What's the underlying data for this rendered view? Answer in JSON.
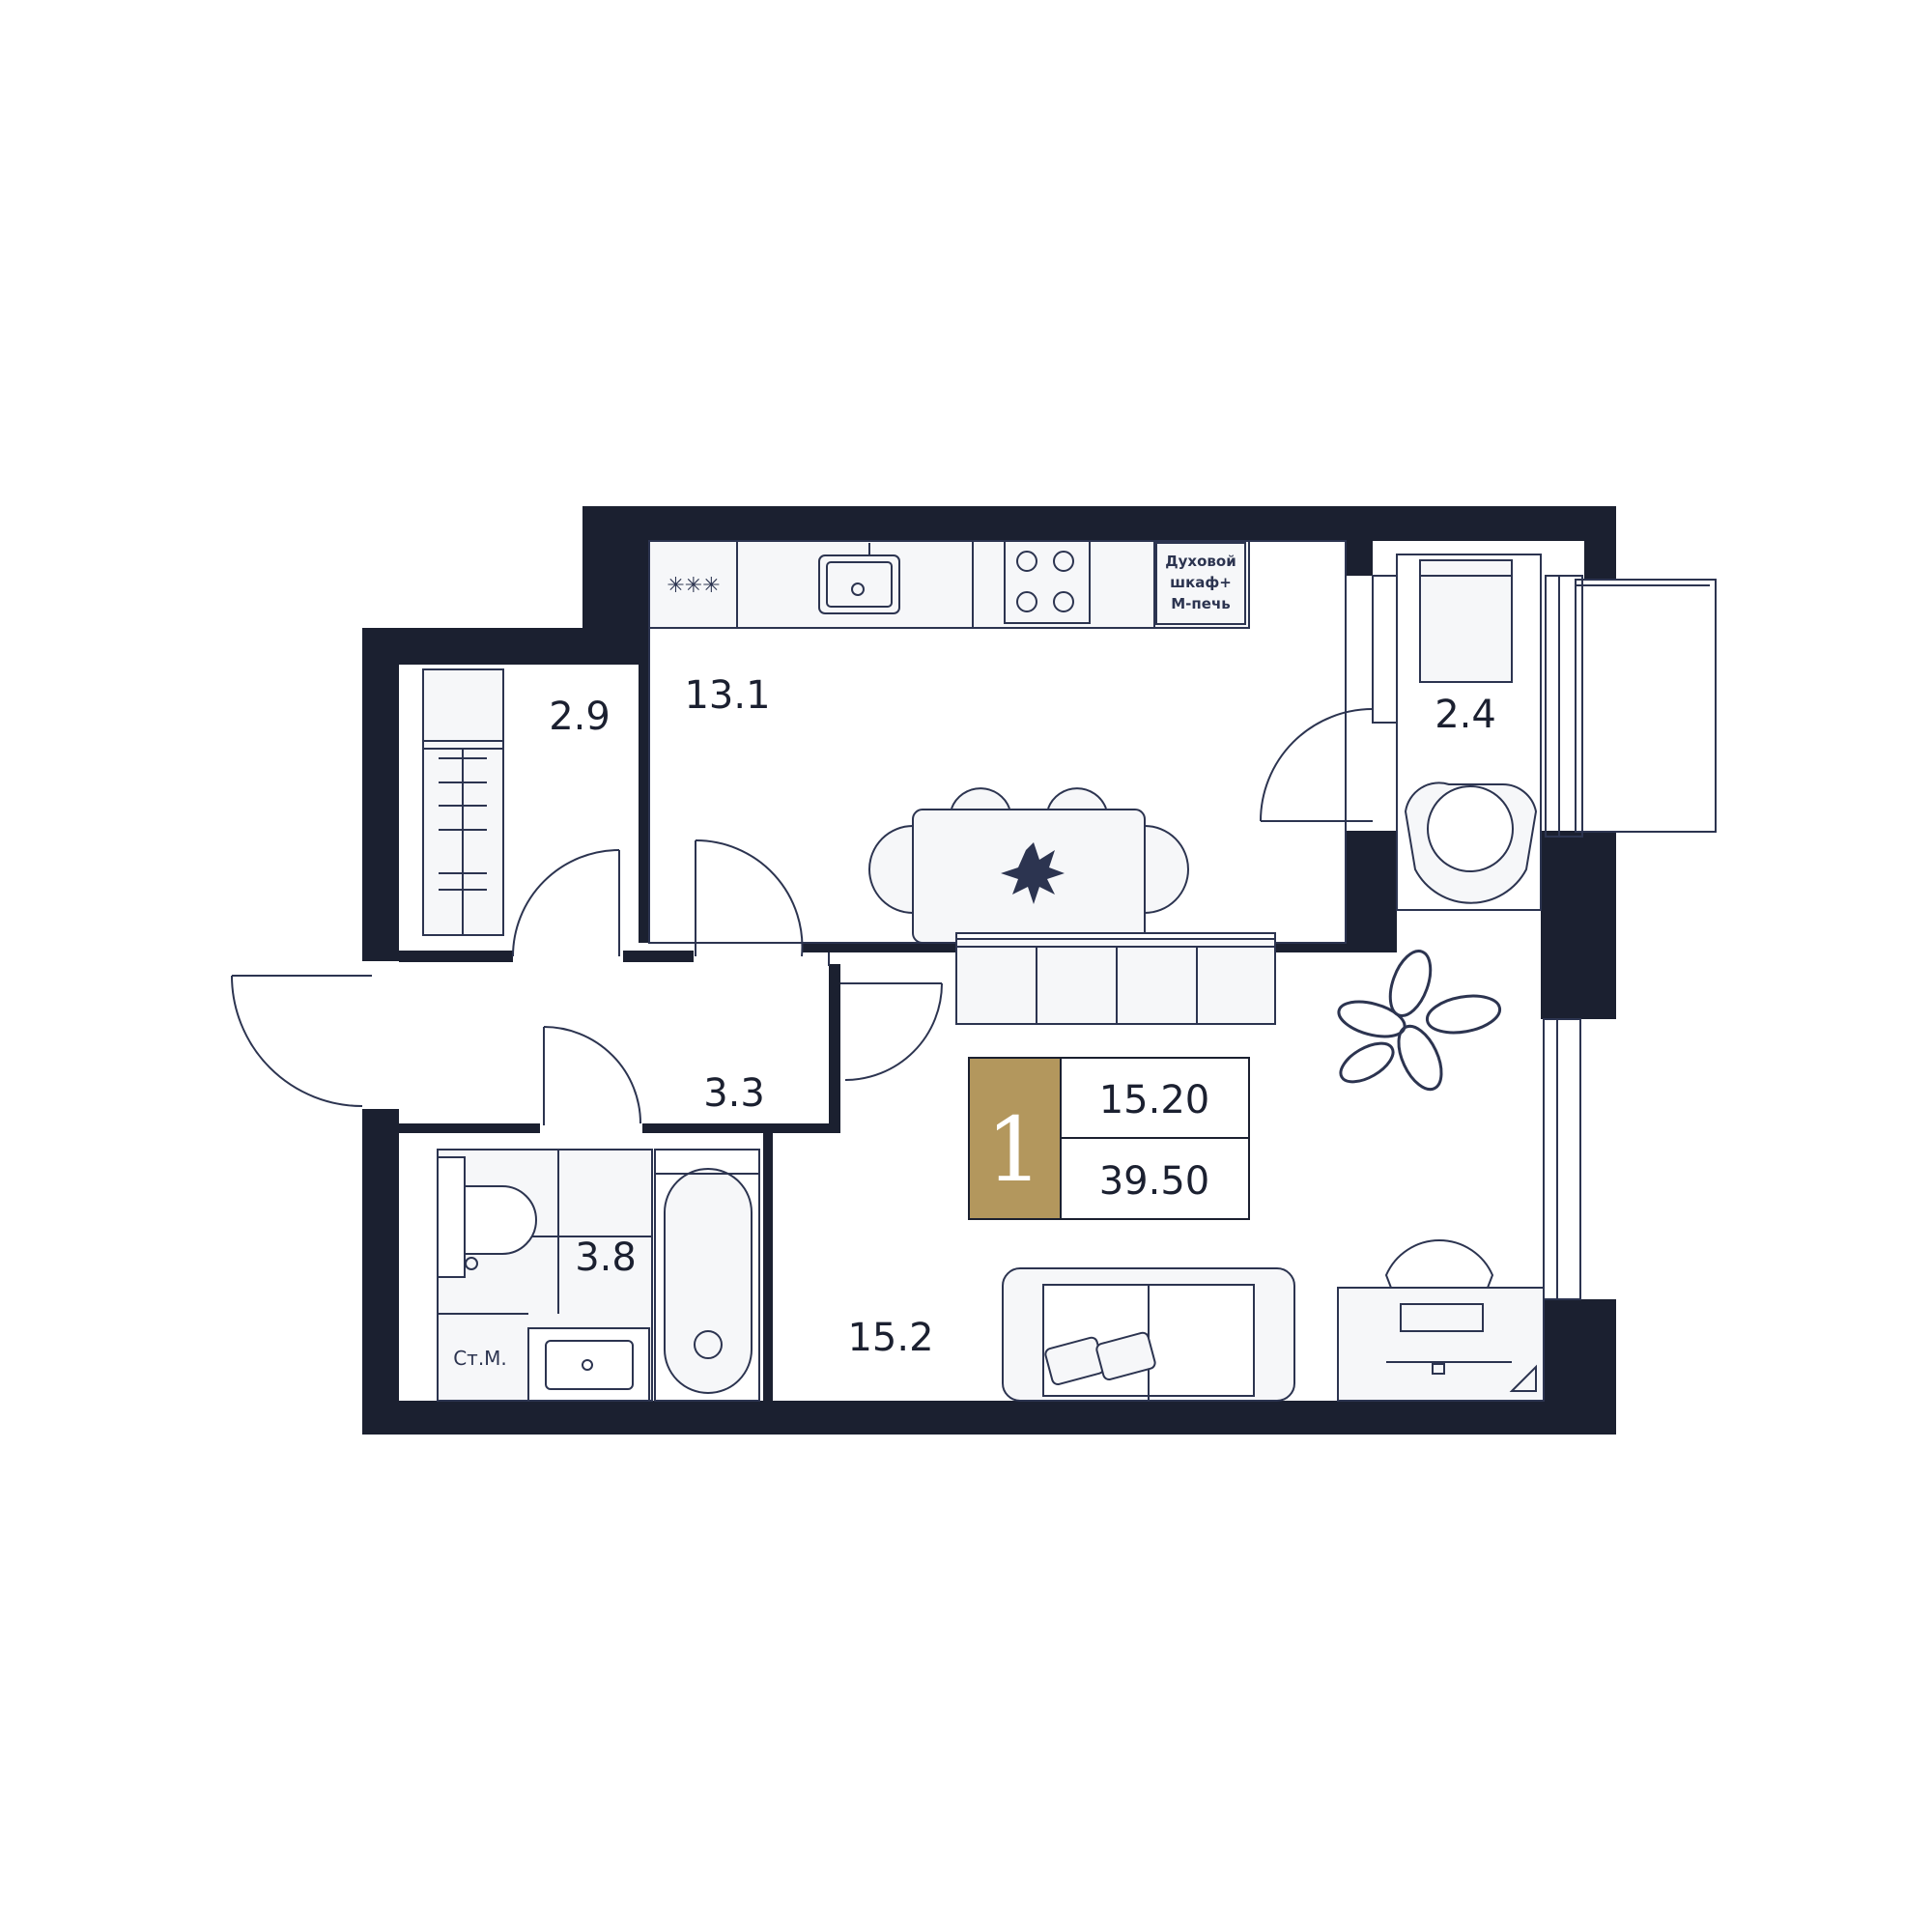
{
  "plan": {
    "rooms": [
      {
        "id": "kitchen",
        "area": "13.1"
      },
      {
        "id": "closet",
        "area": "2.9"
      },
      {
        "id": "balcony",
        "area": "2.4"
      },
      {
        "id": "hall",
        "area": "3.3"
      },
      {
        "id": "bathroom",
        "area": "3.8"
      },
      {
        "id": "living",
        "area": "15.2"
      }
    ],
    "appliance_label": [
      "Духовой",
      "шкаф+",
      "М-печь"
    ],
    "washer_label": "Ст.М.",
    "summary": {
      "rooms_count": "1",
      "living_area": "15.20",
      "total_area": "39.50",
      "accent_color": "#b3975d"
    },
    "colors": {
      "wall": "#1b2030",
      "line": "#2c3450",
      "fill": "#f6f7f9"
    }
  }
}
